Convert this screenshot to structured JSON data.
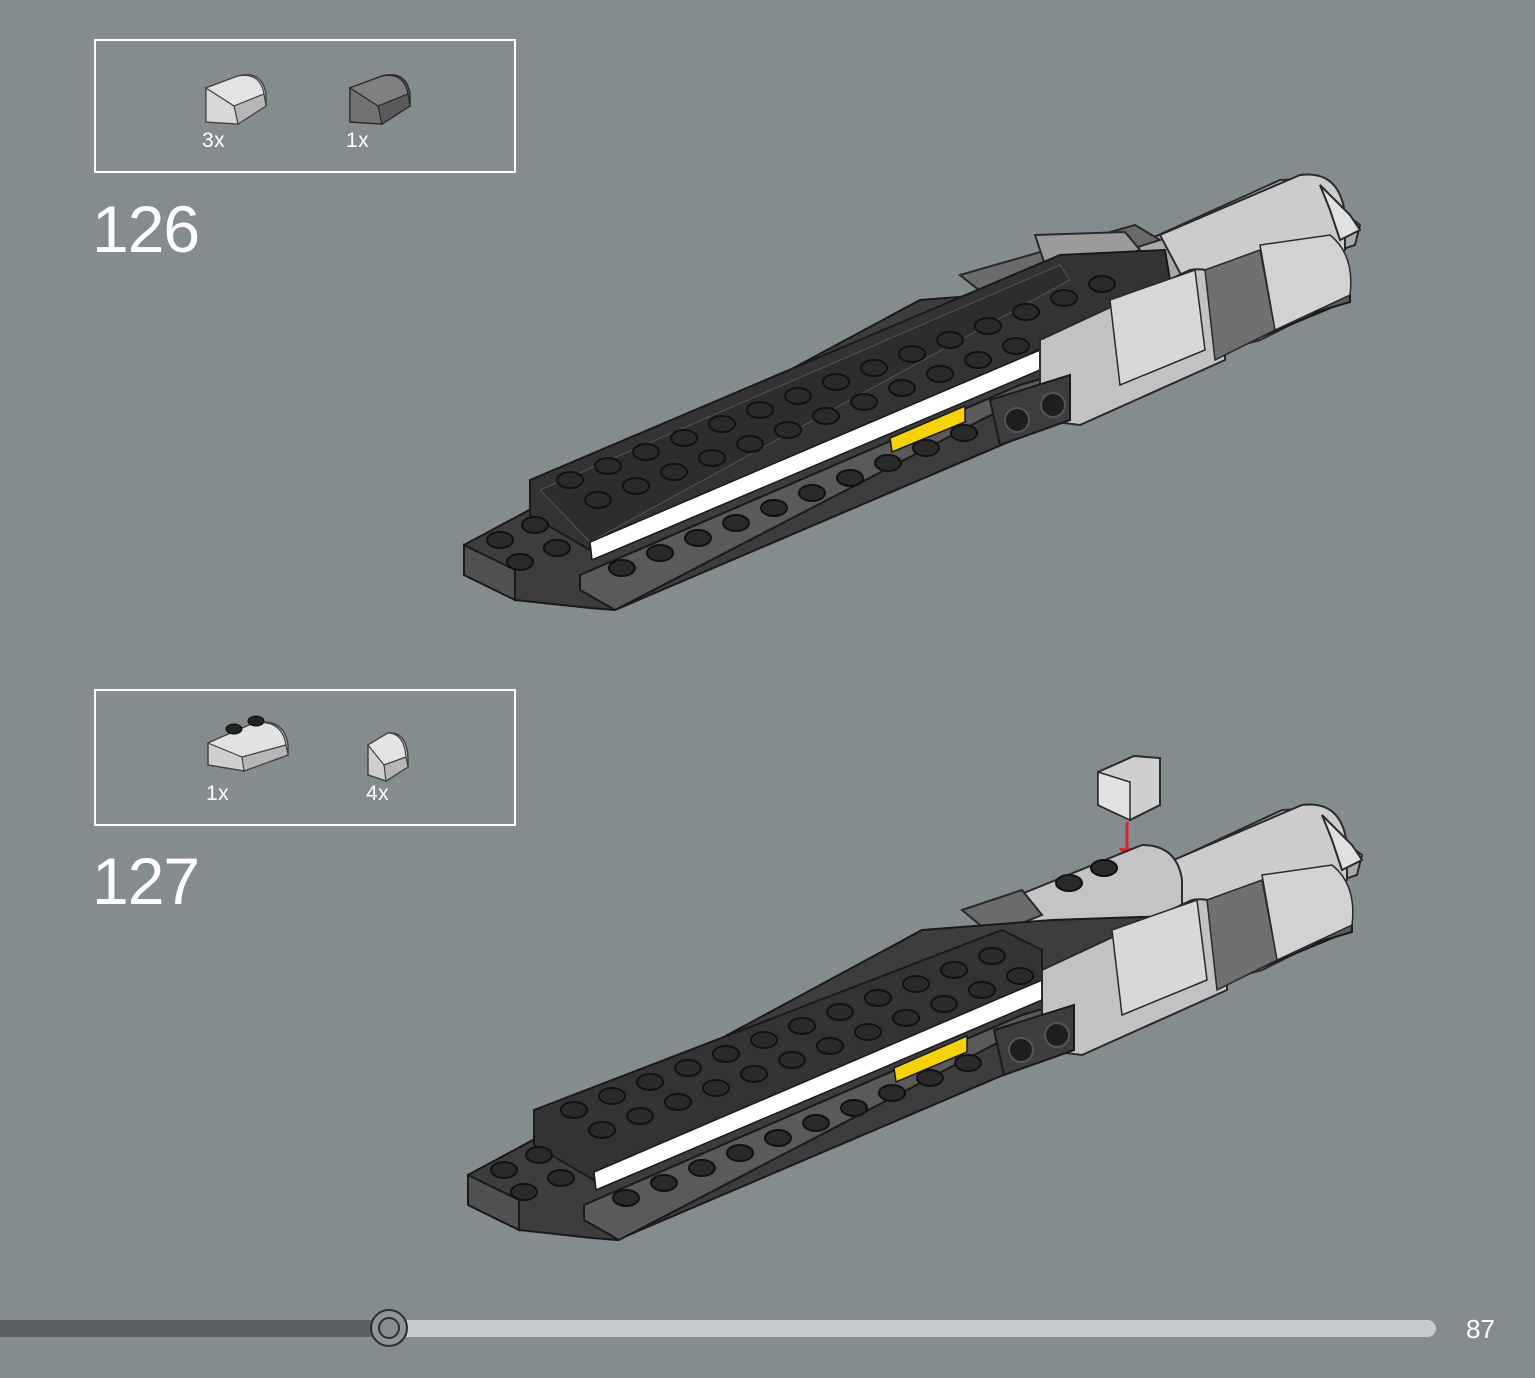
{
  "steps": [
    {
      "number": "126",
      "parts": [
        {
          "qty": "3x",
          "icon": "curved-slope-light-gray-icon",
          "color": "#cfcfcf"
        },
        {
          "qty": "1x",
          "icon": "curved-slope-dark-gray-icon",
          "color": "#6e6e6e"
        }
      ]
    },
    {
      "number": "127",
      "parts": [
        {
          "qty": "1x",
          "icon": "curved-slope-with-studs-icon",
          "color": "#cfcfcf"
        },
        {
          "qty": "4x",
          "icon": "small-curved-slope-light-gray-icon",
          "color": "#cfcfcf"
        }
      ]
    }
  ],
  "progress": {
    "fraction": 0.271
  },
  "page": {
    "number": "87"
  },
  "colors": {
    "background": "#858c8f",
    "stud_black": "#2a2a2a",
    "plate_dark": "#3d3d3d",
    "light_gray": "#cfcfcf",
    "accent_yellow": "#f5d20a",
    "arrow_red": "#d62430"
  }
}
